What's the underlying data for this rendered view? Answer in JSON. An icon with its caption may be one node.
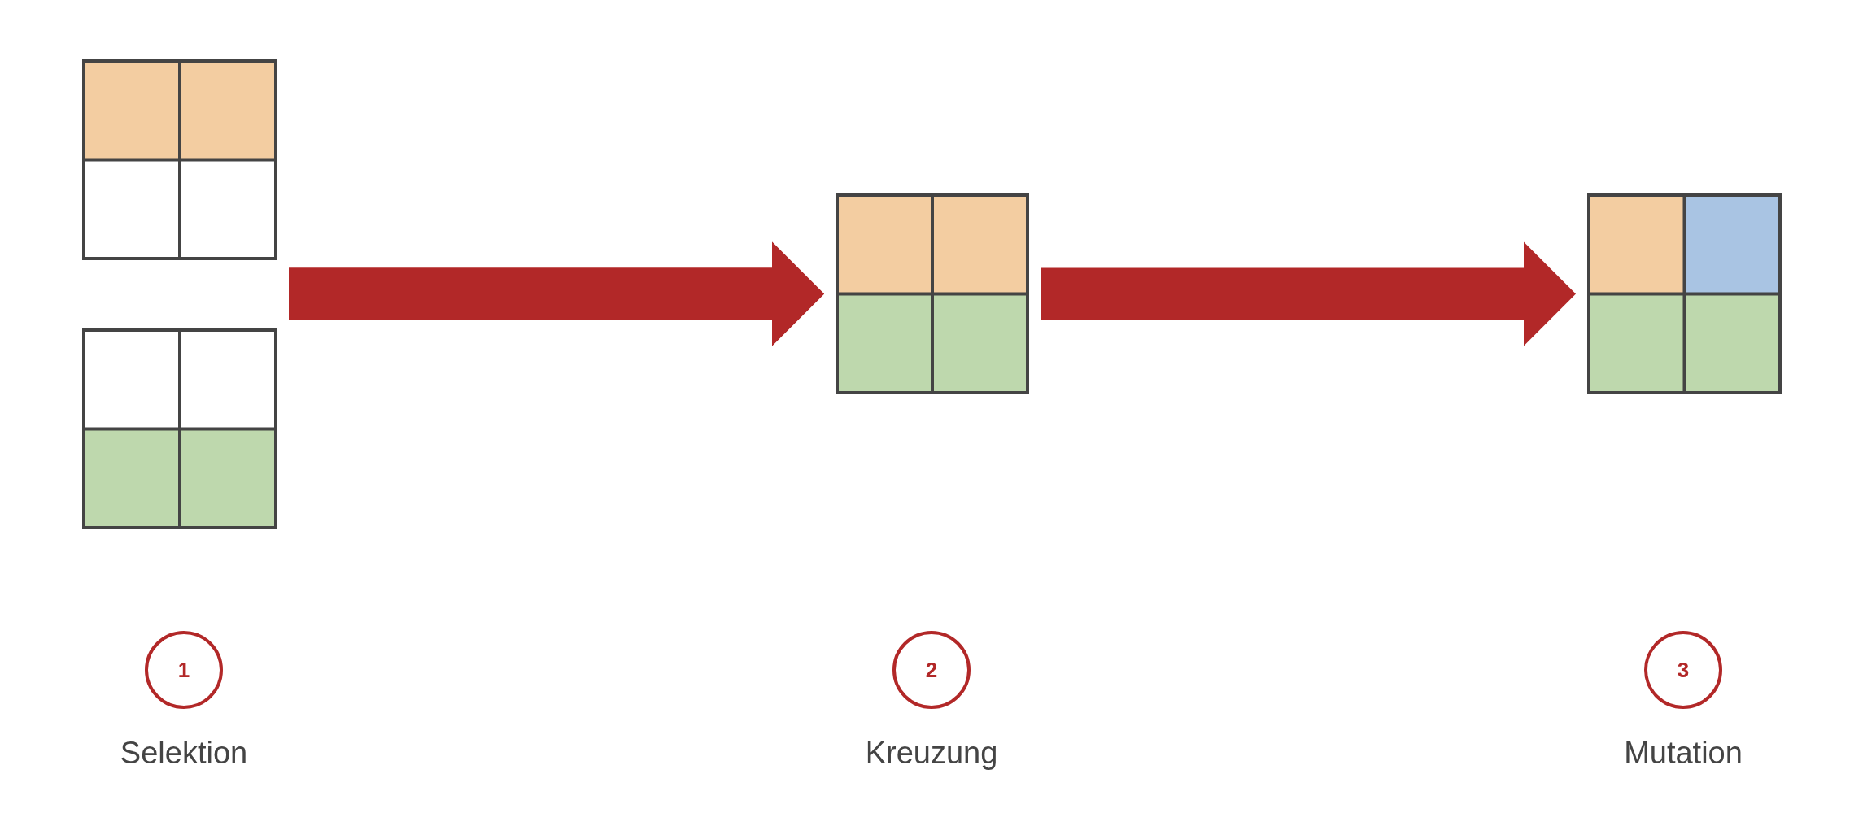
{
  "diagram": {
    "nodes": [
      {
        "text": [],
        "shape": "box"
      },
      {
        "text": [],
        "shape": "box"
      },
      {
        "text": [],
        "shape": "box"
      },
      {
        "text": [],
        "shape": "box"
      },
      {
        "text": [
          "1"
        ],
        "beside": [
          "Selektion"
        ]
      },
      {
        "text": [
          "2"
        ],
        "beside": [
          "Kreuzung"
        ]
      },
      {
        "text": [
          "3"
        ],
        "beside": [
          "Mutation"
        ]
      }
    ],
    "edges": [
      {
        "from": 0,
        "to": 2,
        "arrow": "to",
        "style": "thick"
      },
      {
        "from": 1,
        "to": 2,
        "arrow": "to",
        "style": "thick"
      },
      {
        "from": 2,
        "to": 3,
        "arrow": "to",
        "style": "thick"
      }
    ]
  }
}
